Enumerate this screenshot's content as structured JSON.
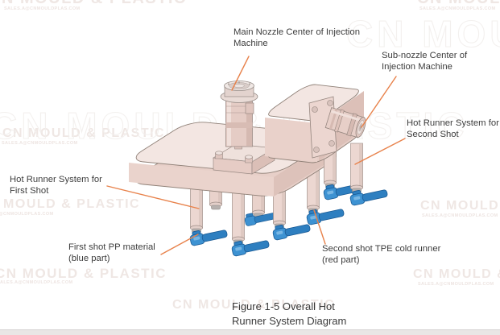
{
  "watermark": {
    "brand": "CN MOULD & PLASTIC",
    "contact": "SALES.A@CNMOULDPLAS.COM"
  },
  "annotations": {
    "main_nozzle": {
      "line1": "Main Nozzle Center of Injection",
      "line2": "Machine"
    },
    "sub_nozzle": {
      "line1": "Sub-nozzle Center of",
      "line2": "Injection Machine"
    },
    "hot_runner_second": {
      "line1": "Hot Runner System for",
      "line2": "Second Shot"
    },
    "hot_runner_first": {
      "line1": "Hot Runner System for",
      "line2": "First Shot"
    },
    "first_shot_pp": {
      "line1": "First shot PP material",
      "line2": "(blue part)"
    },
    "second_shot_tpe": {
      "line1": "Second shot TPE cold runner",
      "line2": "(red part)"
    }
  },
  "caption": {
    "line1": "Figure 1-5 Overall Hot",
    "line2": "Runner System Diagram"
  },
  "colors": {
    "leader_line": "#E8824B",
    "model_top": "#F3E6E2",
    "model_front": "#EAD3CC",
    "model_side": "#DDC2BA",
    "part_blue": "#2E7FC0",
    "part_blue_light": "#3D92D2",
    "label_text": "#3D3D3D",
    "watermark_gray": "#EFE7E4"
  }
}
